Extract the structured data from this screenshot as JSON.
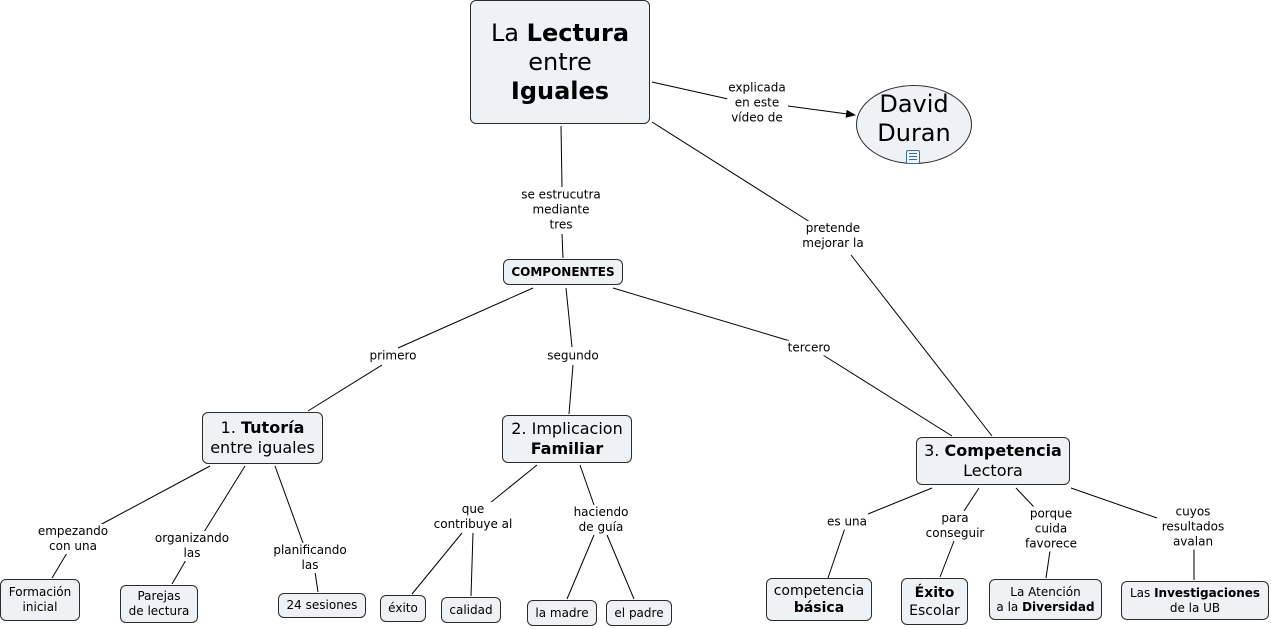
{
  "colors": {
    "node_fill": "#eef2f4",
    "node_border": "#2b2b2b",
    "edge": "#000000"
  },
  "nodes": {
    "root": {
      "parts": [
        [
          "La ",
          ""
        ],
        [
          "Lectura",
          "b"
        ]
      ],
      "line2": "entre",
      "line3": "Iguales"
    },
    "david": {
      "line1": "David",
      "line2": "Duran",
      "icon": "document-icon"
    },
    "componentes": "COMPONENTES",
    "tutoria": {
      "num": "1. ",
      "bold": "Tutoría",
      "line2": "entre iguales"
    },
    "implicacion": {
      "line1": "2. Implicacion",
      "line2": "Familiar"
    },
    "competencia": {
      "num": "3. ",
      "bold": "Competencia",
      "line2": "Lectora"
    },
    "formacion": {
      "line1": "Formación",
      "line2": "inicial"
    },
    "parejas": {
      "line1": "Parejas",
      "line2": "de lectura"
    },
    "sesiones": "24 sesiones",
    "exito": "éxito",
    "calidad": "calidad",
    "madre": "la madre",
    "padre": "el padre",
    "basica": {
      "line1": "competencia",
      "line2": "básica"
    },
    "exito_escolar": {
      "line1": "Éxito",
      "line2": "Escolar"
    },
    "atencion": {
      "line1": "La Atención",
      "line2_pre": "a la ",
      "line2_bold": "Diversidad"
    },
    "investigaciones": {
      "line1_pre": "Las ",
      "line1_bold": "Investigaciones",
      "line2": "de la UB"
    }
  },
  "links": {
    "explicada": [
      "explicada",
      "en este",
      "vídeo de"
    ],
    "estructura": [
      "se estrucutra",
      "mediante",
      "tres"
    ],
    "pretende": [
      "pretende",
      "mejorar la"
    ],
    "primero": [
      "primero"
    ],
    "segundo": [
      "segundo"
    ],
    "tercero": [
      "tercero"
    ],
    "empezando": [
      "empezando",
      "con una"
    ],
    "organizando": [
      "organizando",
      "las"
    ],
    "planificando": [
      "planificando",
      "las"
    ],
    "contribuye": [
      "que",
      "contribuye al"
    ],
    "haciendo": [
      "haciendo",
      "de guía"
    ],
    "es_una": [
      "es una"
    ],
    "para": [
      "para",
      "conseguir"
    ],
    "porque": [
      "porque",
      "cuida",
      "favorece"
    ],
    "cuyos": [
      "cuyos",
      "resultados",
      "avalan"
    ]
  }
}
